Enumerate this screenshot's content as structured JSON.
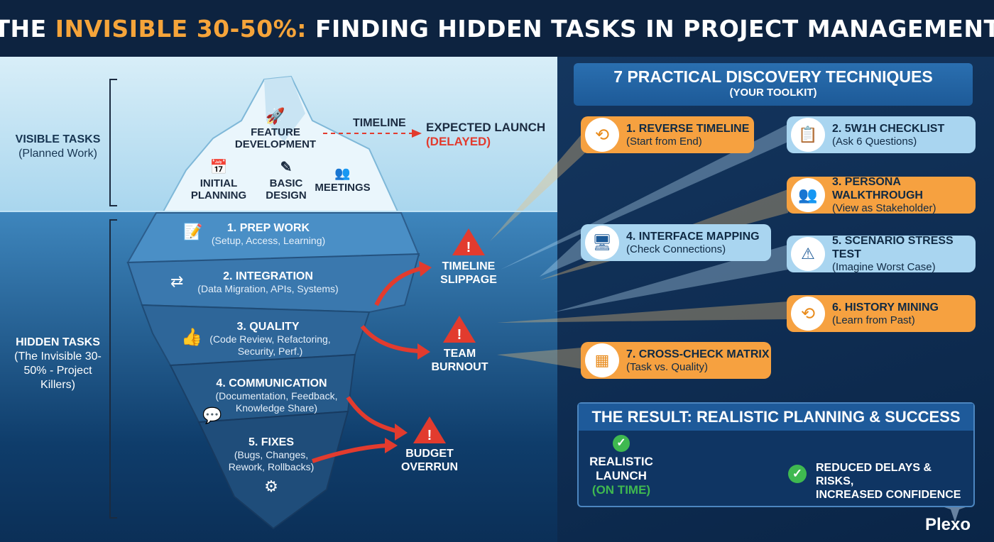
{
  "header": {
    "title_pre": "THE ",
    "title_highlight": "INVISIBLE 30-50%:",
    "title_post": " FINDING HIDDEN TASKS IN PROJECT MANAGEMENT"
  },
  "iceberg": {
    "visible_label": {
      "title": "VISIBLE TASKS",
      "subtitle": "(Planned Work)"
    },
    "hidden_label": {
      "title": "HIDDEN TASKS",
      "subtitle": "(The Invisible 30-50% - Project Killers)"
    },
    "top_items": [
      {
        "label": "FEATURE DEVELOPMENT",
        "icon": "rocket-icon"
      },
      {
        "label": "INITIAL PLANNING",
        "icon": "calendar-icon"
      },
      {
        "label": "BASIC DESIGN",
        "icon": "design-tools-icon"
      },
      {
        "label": "MEETINGS",
        "icon": "people-icon"
      }
    ],
    "timeline": {
      "label": "TIMELINE",
      "target": "EXPECTED LAUNCH",
      "status": "(DELAYED)"
    },
    "layers": [
      {
        "title": "1. PREP WORK",
        "detail": "(Setup, Access, Learning)",
        "icon": "document-icon"
      },
      {
        "title": "2. INTEGRATION",
        "detail": "(Data Migration, APIs, Systems)",
        "icon": "arrows-icon"
      },
      {
        "title": "3. QUALITY",
        "detail": "(Code Review, Refactoring, Security, Perf.)",
        "icon": "thumbs-up-icon"
      },
      {
        "title": "4. COMMUNICATION",
        "detail": "(Documentation, Feedback, Knowledge Share)",
        "icon": "chat-icon"
      },
      {
        "title": "5. FIXES",
        "detail": "(Bugs, Changes, Rework, Rollbacks)",
        "icon": "gear-icon"
      }
    ],
    "warnings": [
      {
        "label": "TIMELINE SLIPPAGE"
      },
      {
        "label": "TEAM BURNOUT"
      },
      {
        "label": "BUDGET OVERRUN"
      }
    ]
  },
  "toolkit": {
    "title": "7 PRACTICAL DISCOVERY TECHNIQUES",
    "subtitle": "(YOUR TOOLKIT)",
    "techniques": [
      {
        "title": "1. REVERSE TIMELINE",
        "detail": "(Start from End)",
        "icon": "clock-reverse-icon",
        "color": "#f6a140"
      },
      {
        "title": "2. 5W1H CHECKLIST",
        "detail": "(Ask 6 Questions)",
        "icon": "clipboard-icon",
        "color": "#a9d5f0"
      },
      {
        "title": "3. PERSONA WALKTHROUGH",
        "detail": "(View as Stakeholder)",
        "icon": "persona-icon",
        "color": "#f6a140"
      },
      {
        "title": "4. INTERFACE MAPPING",
        "detail": "(Check Connections)",
        "icon": "monitor-icon",
        "color": "#a9d5f0"
      },
      {
        "title": "5. SCENARIO STRESS TEST",
        "detail": "(Imagine Worst Case)",
        "icon": "warning-people-icon",
        "color": "#a9d5f0"
      },
      {
        "title": "6. HISTORY MINING",
        "detail": "(Learn from Past)",
        "icon": "history-icon",
        "color": "#f6a140"
      },
      {
        "title": "7. CROSS-CHECK MATRIX",
        "detail": "(Task vs. Quality)",
        "icon": "matrix-icon",
        "color": "#f6a140"
      }
    ]
  },
  "result": {
    "title": "THE RESULT: REALISTIC PLANNING & SUCCESS",
    "left_line1": "REALISTIC",
    "left_line2": "LAUNCH",
    "left_status": "(ON TIME)",
    "right_line1": "REDUCED DELAYS & RISKS,",
    "right_line2": "INCREASED CONFIDENCE"
  },
  "brand": {
    "name": "Plexo"
  },
  "colors": {
    "accent_orange": "#f6a140",
    "danger_red": "#e23b2e",
    "success_green": "#3fb950",
    "navy": "#0d2340"
  }
}
